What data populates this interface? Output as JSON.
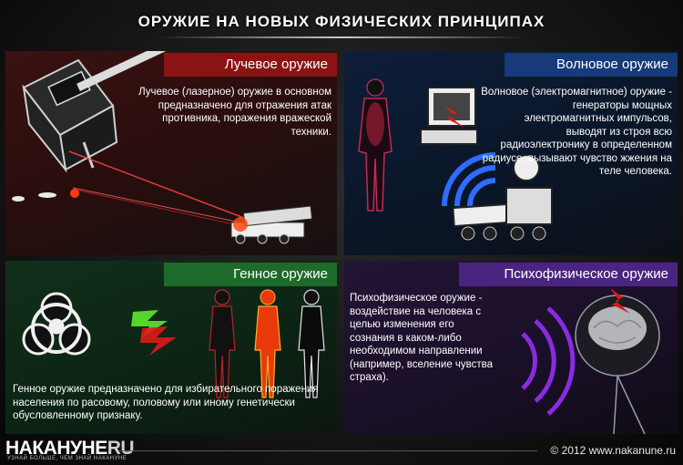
{
  "title": "ОРУЖИЕ НА НОВЫХ ФИЗИЧЕСКИХ ПРИНЦИПАХ",
  "panels": {
    "ray": {
      "heading": "Лучевое оружие",
      "text": "Лучевое (лазерное) оружие в основном предназначено для отражения атак противника, поражения вражеской техники."
    },
    "wave": {
      "heading": "Волновое оружие",
      "text": "Волновое (электромагнитное) оружие - генераторы мощных электромагнитных импульсов, выводят из строя всю радиоэлектронику в определенном радиусе, вызывают чувство жжения на теле человека."
    },
    "gene": {
      "heading": "Генное оружие",
      "text": "Генное оружие предназначено для избирательного поражения населения по расовому, половому или иному генетически обусловленному признаку."
    },
    "psy": {
      "heading": "Психофизическое оружие",
      "text": "Психофизическое оружие - воздействие на человека с целью изменения его сознания в каком-либо необходимом направлении (например, вселение чувства страха)."
    }
  },
  "footer": {
    "logo_main": "НАКАНУНЕ",
    "logo_ru": "RU",
    "slogan": "УЗНАЙ БОЛЬШЕ, ЧЕМ ЗНАЙ НАКАНУНЕ",
    "copyright": "© 2012 www.nakanune.ru"
  },
  "colors": {
    "ray_accent": "#8a1414",
    "wave_accent": "#163a7a",
    "gene_accent": "#1e6a2a",
    "psy_accent": "#4a2580",
    "lightning_red": "#e01818",
    "lightning_green": "#56d62a",
    "wave_blue": "#2f6cff",
    "wave_purple": "#8a2be2"
  }
}
